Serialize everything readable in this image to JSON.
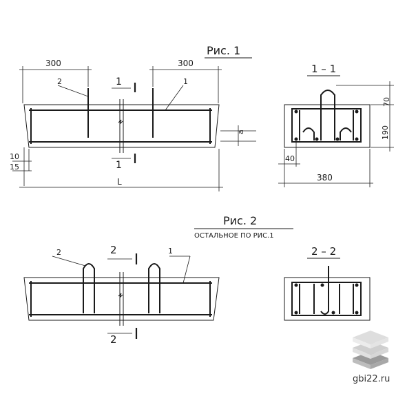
{
  "fig1": {
    "title": "Рис. 1",
    "dim_left": "300",
    "dim_right": "300",
    "callout_2": "2",
    "callout_1": "1",
    "section_top": "1",
    "section_bottom": "1",
    "dim_10": "10",
    "dim_15": "15",
    "dim_L": "L",
    "dim_a": "a"
  },
  "sec11": {
    "title": "1 – 1",
    "dim_70": "70",
    "dim_190": "190",
    "dim_40": "40",
    "dim_380": "380"
  },
  "fig2": {
    "title": "Рис. 2",
    "subtitle": "ОСТАЛЬНОЕ ПО РИС.1",
    "callout_2": "2",
    "callout_1": "1",
    "section_top": "2",
    "section_bottom": "2"
  },
  "sec22": {
    "title": "2 – 2"
  },
  "watermark": {
    "text": "gbi22.ru"
  },
  "colors": {
    "ink": "#1a1a1a",
    "logo_light": "#d9d9d9",
    "logo_dark": "#9a9a9a"
  }
}
